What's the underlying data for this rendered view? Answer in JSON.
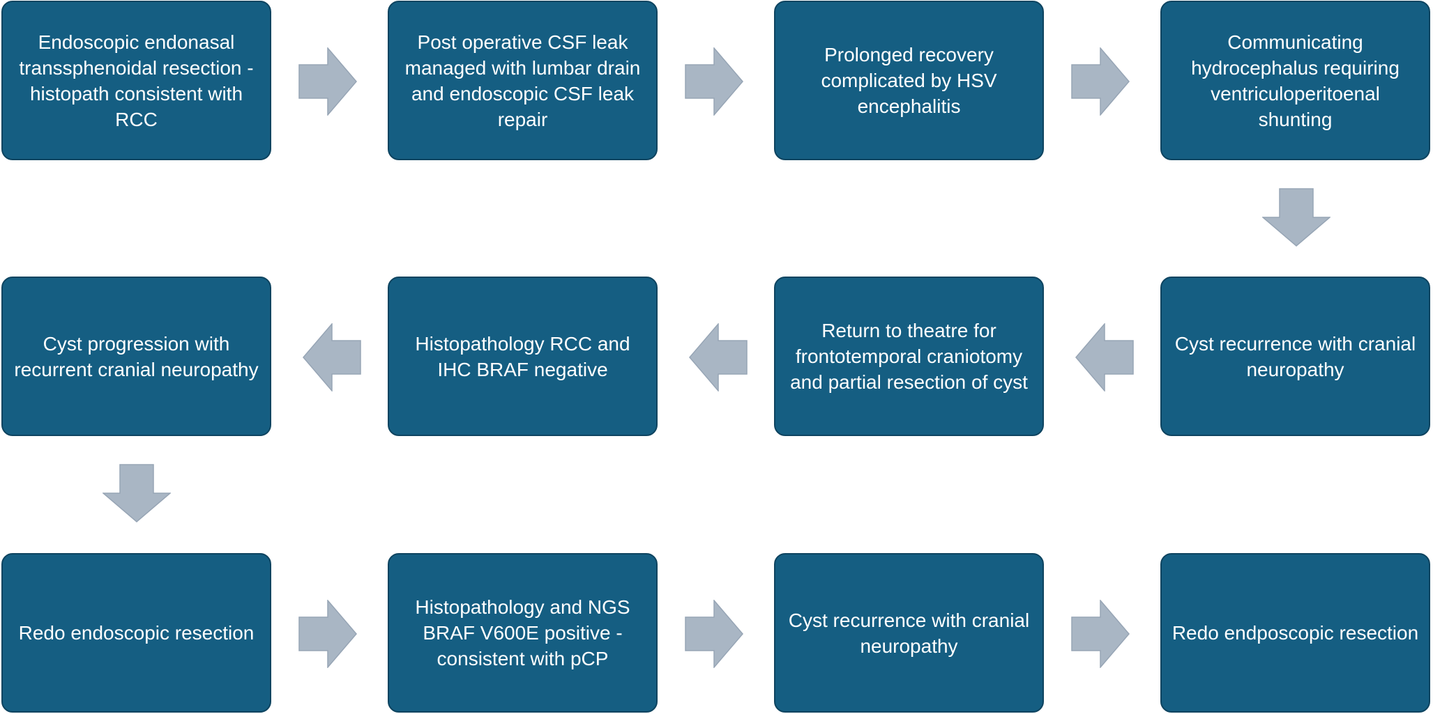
{
  "colors": {
    "box_fill": "#155e82",
    "box_border": "#0e4460",
    "box_text": "#ffffff",
    "arrow_fill": "#a9b6c4",
    "arrow_stroke": "#97a5b5"
  },
  "steps": [
    {
      "label": "Endoscopic endonasal transsphenoidal resection - histopath consistent with RCC"
    },
    {
      "label": "Post operative CSF leak managed with lumbar drain and endoscopic CSF leak repair"
    },
    {
      "label": "Prolonged recovery complicated by HSV encephalitis"
    },
    {
      "label": "Communicating hydrocephalus requiring ventriculoperitoenal shunting"
    },
    {
      "label": "Cyst recurrence with cranial neuropathy"
    },
    {
      "label": "Return to theatre for frontotemporal craniotomy and partial resection of cyst"
    },
    {
      "label": "Histopathology RCC and IHC BRAF negative"
    },
    {
      "label": "Cyst progression with recurrent cranial neuropathy"
    },
    {
      "label": "Redo endoscopic resection"
    },
    {
      "label": "Histopathology and NGS BRAF V600E positive  - consistent with pCP"
    },
    {
      "label": "Cyst recurrence with cranial neuropathy"
    },
    {
      "label": "Redo endposcopic resection"
    }
  ],
  "arrows": [
    {
      "direction": "right",
      "from": 1,
      "to": 2
    },
    {
      "direction": "right",
      "from": 2,
      "to": 3
    },
    {
      "direction": "right",
      "from": 3,
      "to": 4
    },
    {
      "direction": "down",
      "from": 4,
      "to": 5
    },
    {
      "direction": "left",
      "from": 5,
      "to": 6
    },
    {
      "direction": "left",
      "from": 6,
      "to": 7
    },
    {
      "direction": "left",
      "from": 7,
      "to": 8
    },
    {
      "direction": "down",
      "from": 8,
      "to": 9
    },
    {
      "direction": "right",
      "from": 9,
      "to": 10
    },
    {
      "direction": "right",
      "from": 10,
      "to": 11
    },
    {
      "direction": "right",
      "from": 11,
      "to": 12
    }
  ]
}
